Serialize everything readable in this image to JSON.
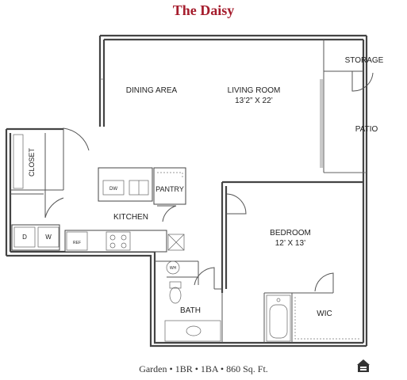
{
  "title": "The Daisy",
  "footer": "Garden • 1BR • 1BA • 860 Sq. Ft.",
  "rooms": {
    "dining": "DINING  AREA",
    "living": "LIVING ROOM",
    "living_size": "13’2” X 22’",
    "storage": "STORAGE",
    "patio": "PATIO",
    "closet": "CLOSET",
    "kitchen": "KITCHEN",
    "pantry": "PANTRY",
    "bedroom": "BEDROOM",
    "bedroom_size": "12’ X 13’",
    "bath": "BATH",
    "wic": "WIC"
  },
  "fixtures": {
    "dishwasher": "DW",
    "dryer": "D",
    "washer": "W",
    "refrigerator": "REF",
    "water_heater": "WH"
  },
  "colors": {
    "title": "#a51c2c",
    "walls": "#444444"
  }
}
